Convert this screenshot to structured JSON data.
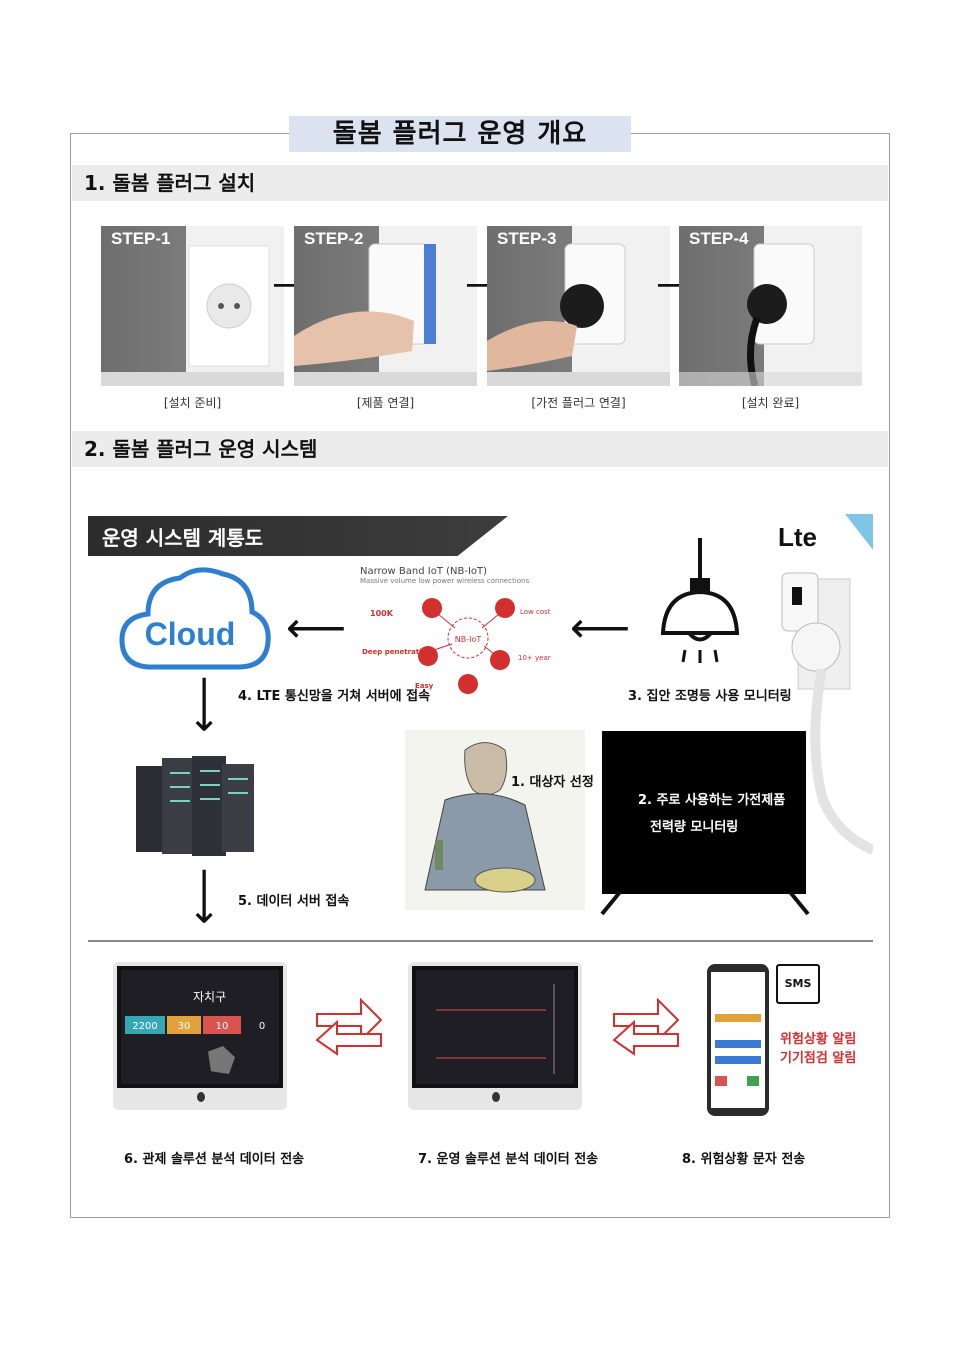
{
  "title": "돌봄 플러그 운영 개요",
  "section1": {
    "heading": "1. 돌봄 플러그 설치",
    "steps": [
      {
        "label": "STEP-1",
        "caption": "[설치 준비]"
      },
      {
        "label": "STEP-2",
        "caption": "[제품 연결]"
      },
      {
        "label": "STEP-3",
        "caption": "[가전 플러그 연결]"
      },
      {
        "label": "STEP-4",
        "caption": "[설치 완료]"
      }
    ]
  },
  "section2": {
    "heading": "2. 돌봄 플러그 운영 시스템",
    "diagram": {
      "banner": "운영 시스템 계통도",
      "cloud_text": "Cloud",
      "lte_logo": "Lte",
      "nbiot_title": "Narrow Band IoT (NB-IoT)",
      "nbiot_subtitle": "Massive volume low power wireless connections",
      "nbiot_center": "NB-IoT",
      "nbiot_features": [
        "100K",
        "Low cost",
        "Deep penetration",
        "10+ year",
        "Easy"
      ],
      "steps": {
        "s1": "1. 대상자 선정",
        "s2_line1": "2. 주로 사용하는 가전제품",
        "s2_line2": "전력량 모니터링",
        "s3": "3. 집안 조명등 사용 모니터링",
        "s4": "4. LTE 통신망을 거쳐 서버에 접속",
        "s5": "5. 데이터 서버 접속",
        "s6": "6. 관제 솔루션 분석 데이터 전송",
        "s7": "7. 운영 솔루션 분석 데이터 전송",
        "s8": "8. 위험상황 문자 전송"
      },
      "dashboard": {
        "title": "자치구",
        "values": [
          "2200",
          "30",
          "10",
          "0"
        ]
      },
      "sms": {
        "badge": "SMS",
        "line1": "위험상황 알림",
        "line2": "기기점검 알림"
      }
    }
  },
  "colors": {
    "title_bg": "#dbe3f0",
    "section_bg": "#ececec",
    "accent_red": "#d32f2f",
    "cloud_blue": "#2f7fd1"
  }
}
